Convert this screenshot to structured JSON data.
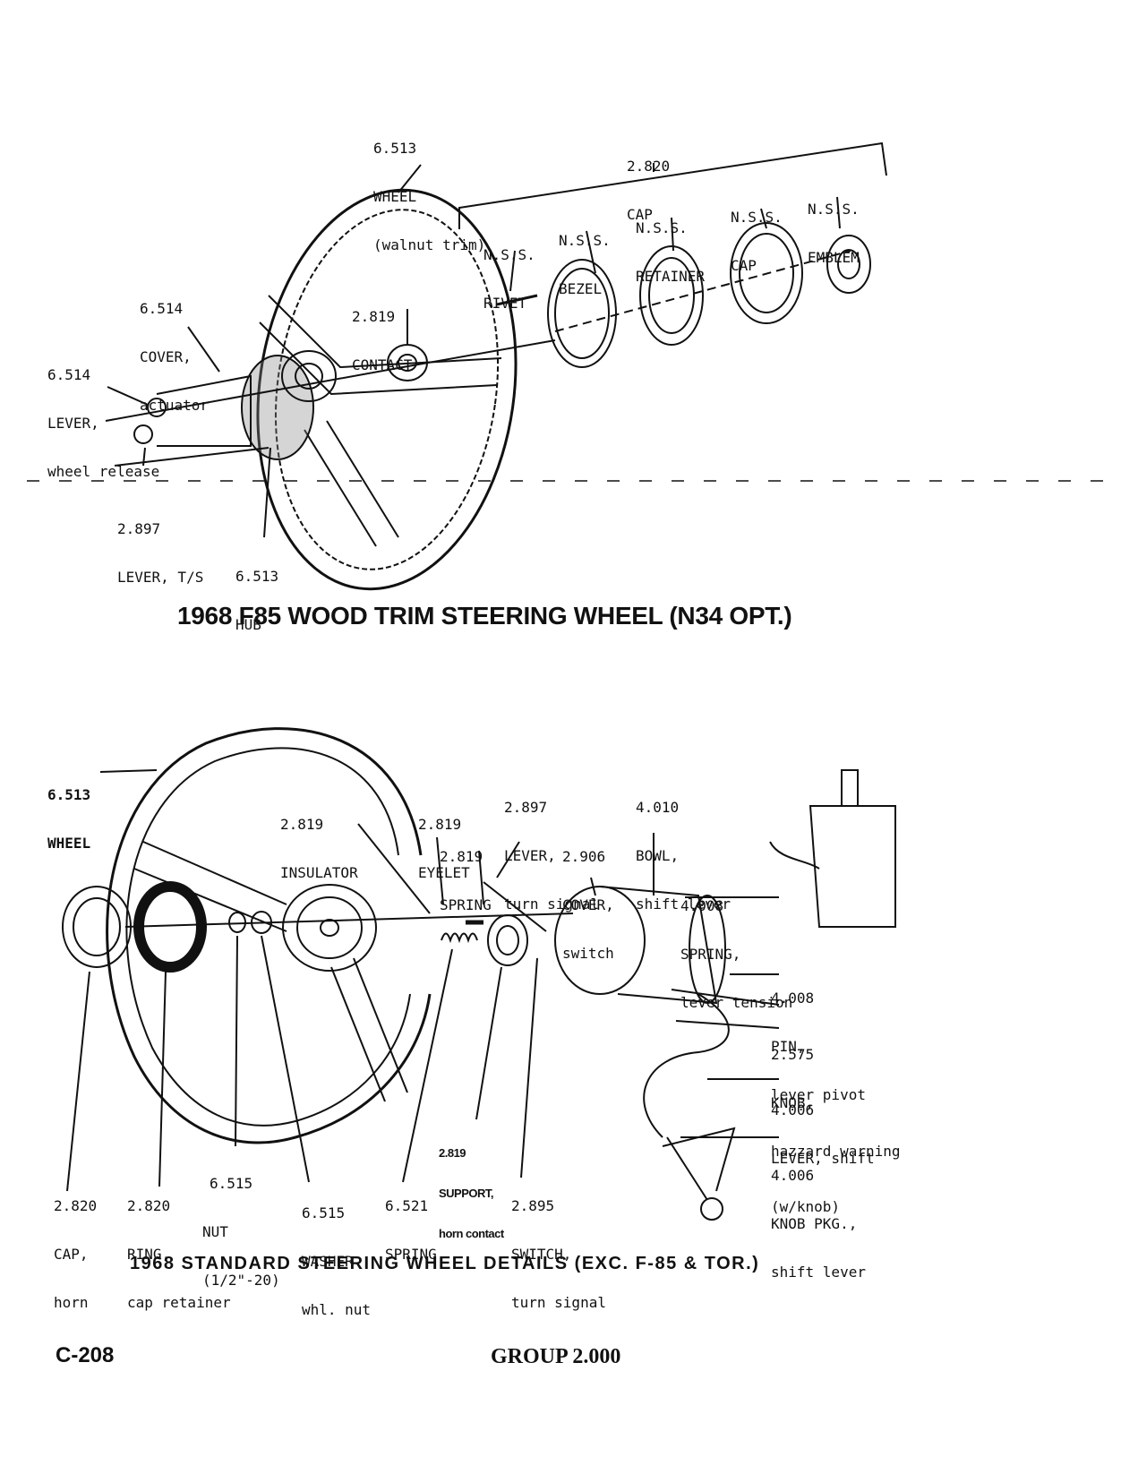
{
  "top_diagram": {
    "title": "1968 F85 WOOD TRIM STEERING WHEEL (N34 OPT.)",
    "labels": {
      "wheel": [
        "6.513",
        "WHEEL",
        "(walnut trim)"
      ],
      "cap": [
        "2.820",
        "CAP"
      ],
      "rivet": [
        "N.S.S.",
        "RIVET"
      ],
      "bezel": [
        "N.S.S.",
        "BEZEL"
      ],
      "retainer": [
        "N.S.S.",
        "RETAINER"
      ],
      "nss_cap": [
        "N.S.S.",
        "CAP"
      ],
      "emblem": [
        "N.S.S.",
        "EMBLEM"
      ],
      "cover_actuator": [
        "6.514",
        "COVER,",
        "actuator"
      ],
      "contact": [
        "2.819",
        "CONTACT"
      ],
      "lever_release": [
        "6.514",
        "LEVER,",
        "wheel release"
      ],
      "lever_ts": [
        "2.897",
        "LEVER, T/S"
      ],
      "hub": [
        "6.513",
        "HUB"
      ]
    }
  },
  "bottom_diagram": {
    "title": "1968 STANDARD STEERING WHEEL DETAILS (EXC. F-85 & TOR.)",
    "labels": {
      "wheel": [
        "6.513",
        "WHEEL"
      ],
      "insulator": [
        "2.819",
        "INSULATOR"
      ],
      "eyelet": [
        "2.819",
        "EYELET"
      ],
      "spring_2819": [
        "2.819",
        "SPRING"
      ],
      "lever_turn": [
        "2.897",
        "LEVER,",
        "turn signal"
      ],
      "cover_switch": [
        "2.906",
        "COVER,",
        "switch"
      ],
      "bowl": [
        "4.010",
        "BOWL,",
        "shift lever"
      ],
      "spring_tension": [
        "4.008",
        "SPRING,",
        "lever tension"
      ],
      "pin": [
        "4.008",
        "PIN,",
        "lever pivot"
      ],
      "knob_hazard": [
        "2.575",
        "KNOB,",
        "hazzard warning"
      ],
      "lever_shift": [
        "4.006",
        "LEVER, shift",
        "(w/knob)"
      ],
      "knob_pkg": [
        "4.006",
        "KNOB PKG.,",
        "shift lever"
      ],
      "cap_horn": [
        "2.820",
        "CAP,",
        "horn"
      ],
      "ring": [
        "2.820",
        "RING,",
        "cap retainer"
      ],
      "nut": [
        "6.515",
        "NUT",
        "(1/2\"-20)"
      ],
      "washer": [
        "6.515",
        "WASHER",
        "whl. nut"
      ],
      "spring_6521": [
        "6.521",
        "SPRING"
      ],
      "support": [
        "2.819",
        "SUPPORT,",
        "horn contact"
      ],
      "switch": [
        "2.895",
        "SWITCH,",
        "turn signal"
      ]
    }
  },
  "footer": {
    "page_number": "C-208",
    "group": "GROUP 2.000"
  }
}
